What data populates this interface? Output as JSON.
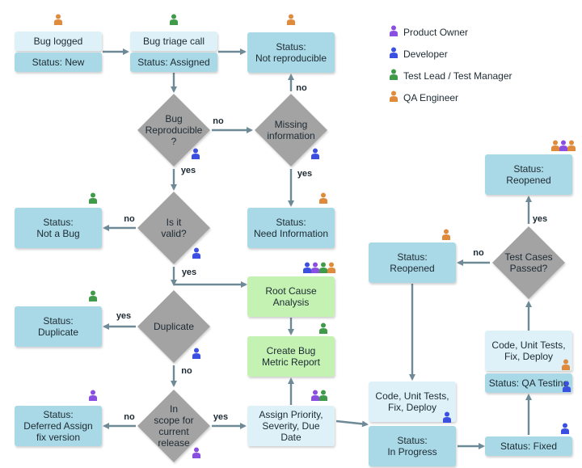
{
  "colors": {
    "product_owner": "#8a4fe0",
    "developer": "#3b4fe0",
    "test_lead": "#3f9a4a",
    "qa_engineer": "#e08a3c",
    "status_fill": "#a9d9e6",
    "status_light_fill": "#dff1f8",
    "analysis_fill": "#c4f2b2",
    "decision_fill": "#a3a3a3",
    "arrow": "#6e8a96"
  },
  "legend": [
    {
      "role": "product_owner",
      "label": "Product Owner"
    },
    {
      "role": "developer",
      "label": "Developer"
    },
    {
      "role": "test_lead",
      "label": "Test Lead / Test Manager"
    },
    {
      "role": "qa_engineer",
      "label": "QA Engineer"
    }
  ],
  "nodes": {
    "bug_logged": {
      "lines": [
        "Bug logged"
      ]
    },
    "status_new": {
      "lines": [
        "Status: New"
      ]
    },
    "bug_triage_call": {
      "lines": [
        "Bug triage call"
      ]
    },
    "status_assigned": {
      "lines": [
        "Status: Assigned"
      ]
    },
    "status_not_reproducible": {
      "lines": [
        "Status:",
        "Not reproducible"
      ]
    },
    "bug_reproducible": {
      "lines": [
        "Bug",
        "Reproducible",
        "?"
      ]
    },
    "missing_information": {
      "lines": [
        "Missing",
        "information"
      ]
    },
    "status_not_a_bug": {
      "lines": [
        "Status:",
        "Not a Bug"
      ]
    },
    "is_it_valid": {
      "lines": [
        "Is it",
        "valid?"
      ]
    },
    "status_need_information": {
      "lines": [
        "Status:",
        "Need Information"
      ]
    },
    "root_cause_analysis": {
      "lines": [
        "Root Cause",
        "Analysis"
      ]
    },
    "status_duplicate": {
      "lines": [
        "Status:",
        "Duplicate"
      ]
    },
    "duplicate": {
      "lines": [
        "Duplicate"
      ]
    },
    "create_bug_metric_report": {
      "lines": [
        "Create Bug",
        "Metric Report"
      ]
    },
    "status_deferred": {
      "lines": [
        "Status:",
        "Deferred Assign",
        "fix version"
      ]
    },
    "in_scope": {
      "lines": [
        "In",
        "scope for",
        "current",
        "release"
      ]
    },
    "assign_priority": {
      "lines": [
        "Assign Priority,",
        "Severity, Due",
        "Date"
      ]
    },
    "dev_code_unit_tests": {
      "lines": [
        "Code, Unit Tests,",
        "Fix, Deploy"
      ]
    },
    "status_in_progress": {
      "lines": [
        "Status:",
        "In Progress"
      ]
    },
    "status_fixed": {
      "lines": [
        "Status: Fixed"
      ]
    },
    "qa_code_unit_tests": {
      "lines": [
        "Code, Unit Tests,",
        "Fix, Deploy"
      ]
    },
    "status_qa_testing": {
      "lines": [
        "Status: QA Testing"
      ]
    },
    "test_cases_passed": {
      "lines": [
        "Test Cases",
        "Passed?"
      ]
    },
    "status_reopened_left": {
      "lines": [
        "Status:",
        "Reopened"
      ]
    },
    "status_reopened_top": {
      "lines": [
        "Status:",
        "Reopened"
      ]
    }
  },
  "edge_labels": {
    "reproducible_no": "no",
    "reproducible_yes": "yes",
    "missing_no": "no",
    "missing_yes": "yes",
    "valid_no": "no",
    "valid_yes": "yes",
    "duplicate_yes": "yes",
    "duplicate_no": "no",
    "scope_no": "no",
    "scope_yes": "yes",
    "passed_no": "no",
    "passed_yes": "yes"
  }
}
